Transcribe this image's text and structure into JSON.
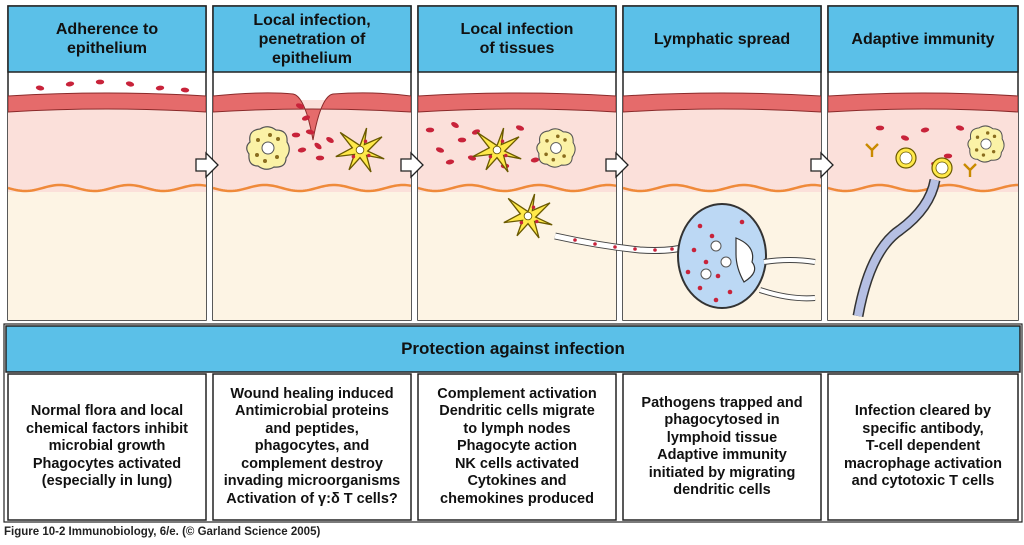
{
  "stages": [
    {
      "title": [
        "Adherence to",
        "epithelium"
      ],
      "description": [
        "Normal flora and local",
        "chemical factors inhibit",
        "microbial growth",
        "Phagocytes activated",
        "(especially in lung)"
      ]
    },
    {
      "title": [
        "Local infection,",
        "penetration of",
        "epithelium"
      ],
      "description": [
        "Wound healing induced",
        "Antimicrobial proteins",
        "and peptides,",
        "phagocytes, and",
        "complement destroy",
        "invading microorganisms",
        "Activation of γ:δ T cells?"
      ]
    },
    {
      "title": [
        "Local infection",
        "of tissues"
      ],
      "description": [
        "Complement activation",
        "Dendritic cells migrate",
        "to lymph nodes",
        "Phagocyte action",
        "NK cells activated",
        "Cytokines and",
        "chemokines produced"
      ]
    },
    {
      "title": [
        "Lymphatic spread"
      ],
      "description": [
        "Pathogens trapped and",
        "phagocytosed in",
        "lymphoid tissue",
        "Adaptive immunity",
        "initiated by migrating",
        "dendritic cells"
      ]
    },
    {
      "title": [
        "Adaptive immunity"
      ],
      "description": [
        "Infection cleared by",
        "specific antibody,",
        "T-cell dependent",
        "macrophage activation",
        "and cytotoxic T cells"
      ]
    }
  ],
  "banner": "Protection against infection",
  "caption": "Figure 10-2  Immunobiology, 6/e. (© Garland Science 2005)",
  "colors": {
    "header_blue": "#5bc0e8",
    "epithelium_red": "#e56b6b",
    "tissue_pink": "#fbe0da",
    "dermis_cream": "#fdf4e4",
    "membrane_orange": "#ef8a3a",
    "pathogen_red": "#c8233a",
    "phagocyte_yellow": "#fbf2a6",
    "dendritic_yellow": "#ffe94a",
    "lymph_blue": "#bcd8f4",
    "vessel_blue": "#b5bfe3"
  }
}
